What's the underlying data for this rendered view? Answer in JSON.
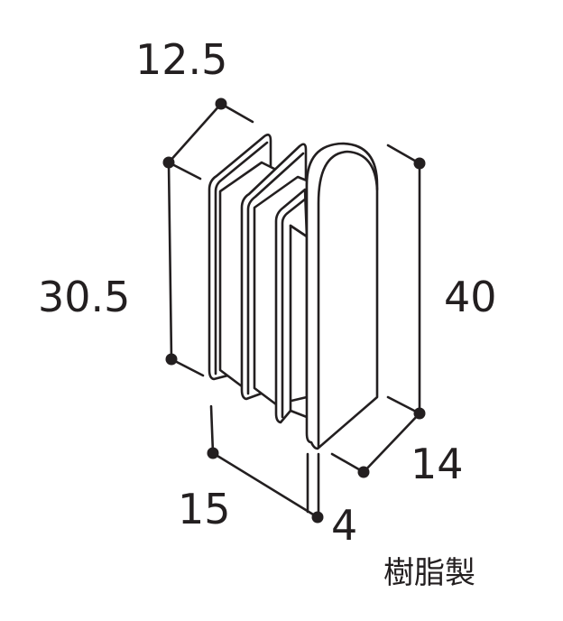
{
  "dimensions": {
    "width_top": "12.5",
    "height_left": "30.5",
    "height_right": "40",
    "depth_right": "14",
    "depth_bottom": "15",
    "flange": "4"
  },
  "material": "樹脂製",
  "colors": {
    "line": "#231f20",
    "background": "#ffffff"
  }
}
